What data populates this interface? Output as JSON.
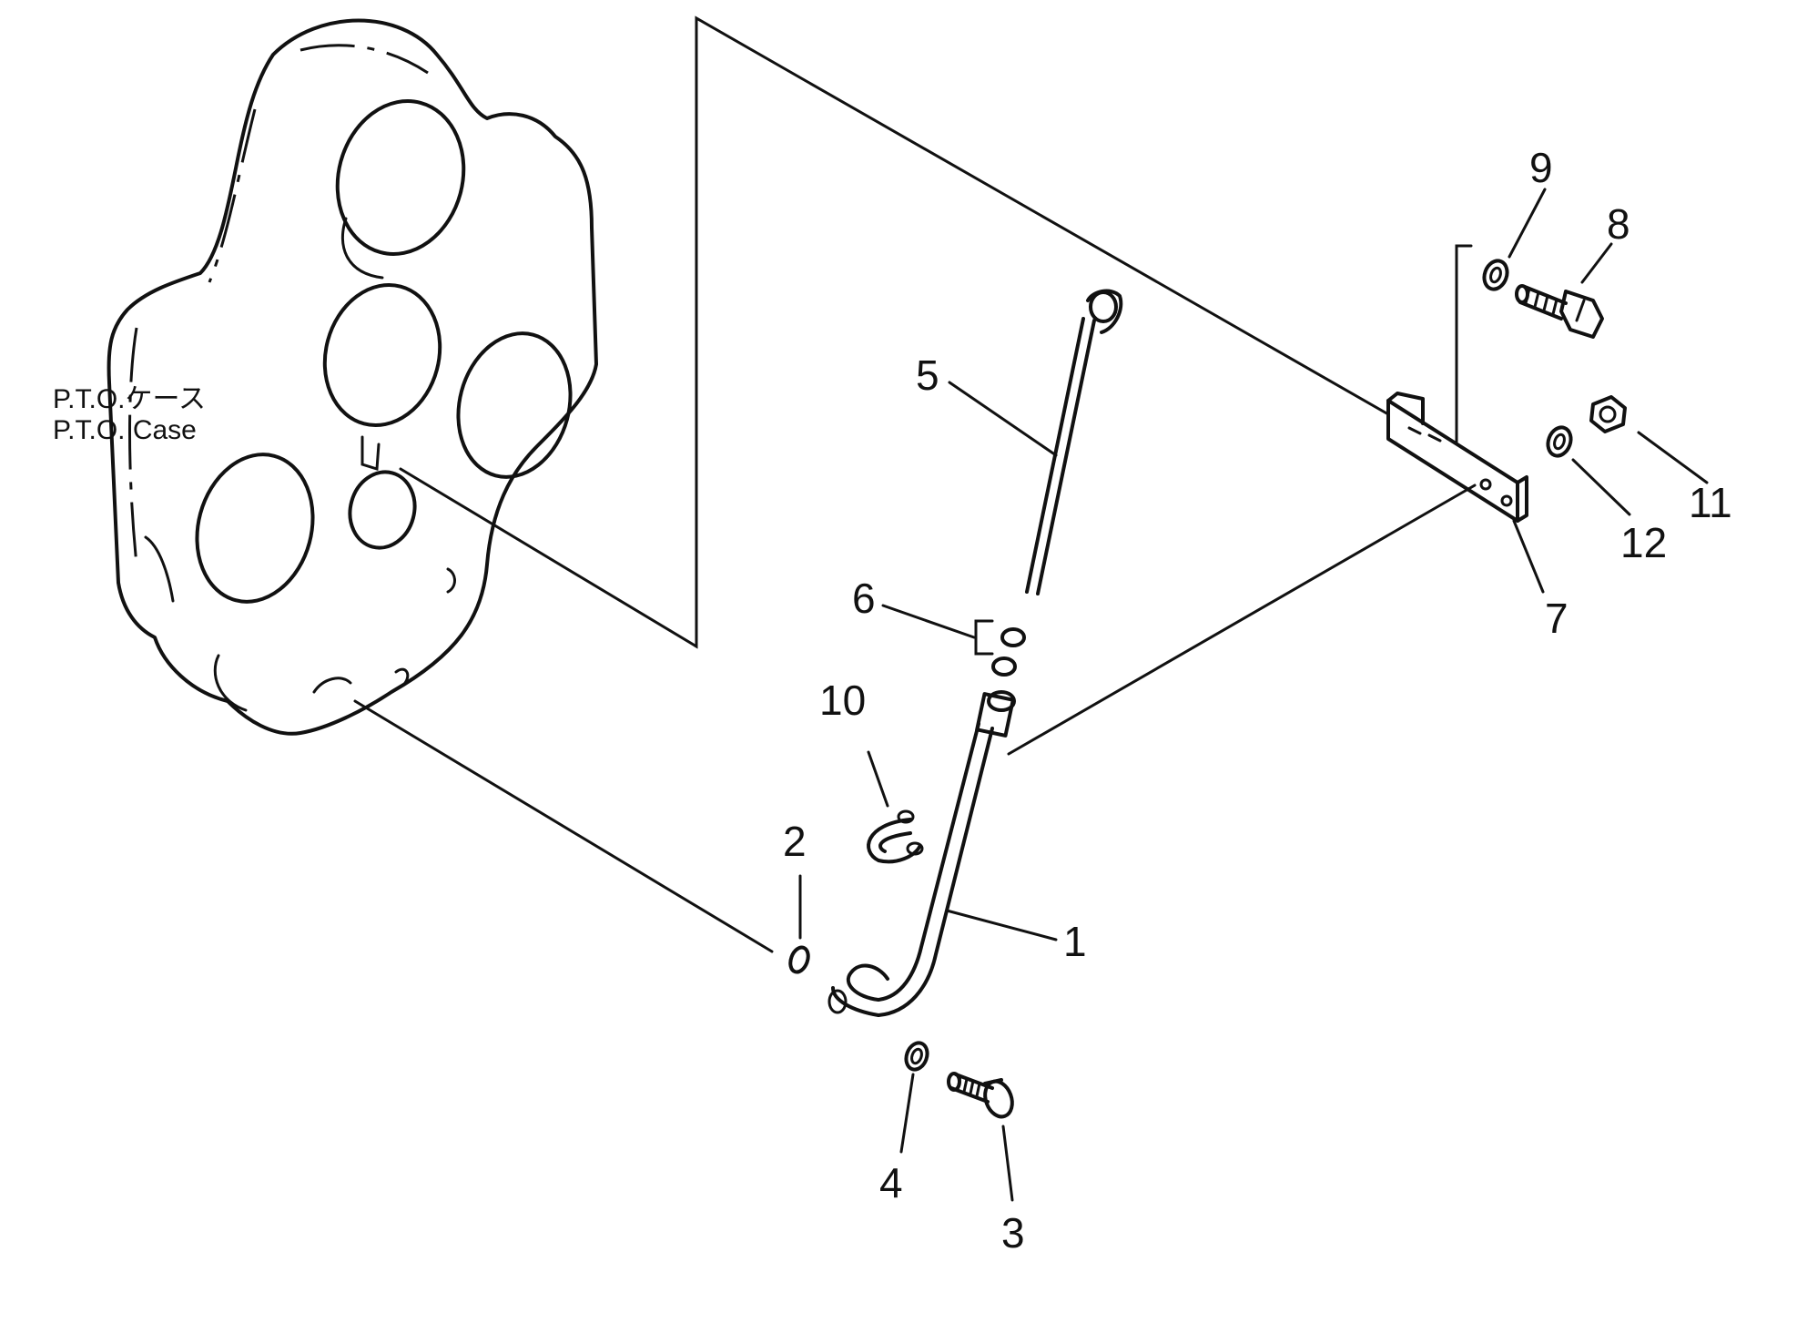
{
  "case_label": {
    "jp": "P.T.O.ケース",
    "en": "P.T.O. Case"
  },
  "callouts": {
    "c1": "1",
    "c2": "2",
    "c3": "3",
    "c4": "4",
    "c5": "5",
    "c6": "6",
    "c7": "7",
    "c8": "8",
    "c9": "9",
    "c10": "10",
    "c11": "11",
    "c12": "12"
  }
}
